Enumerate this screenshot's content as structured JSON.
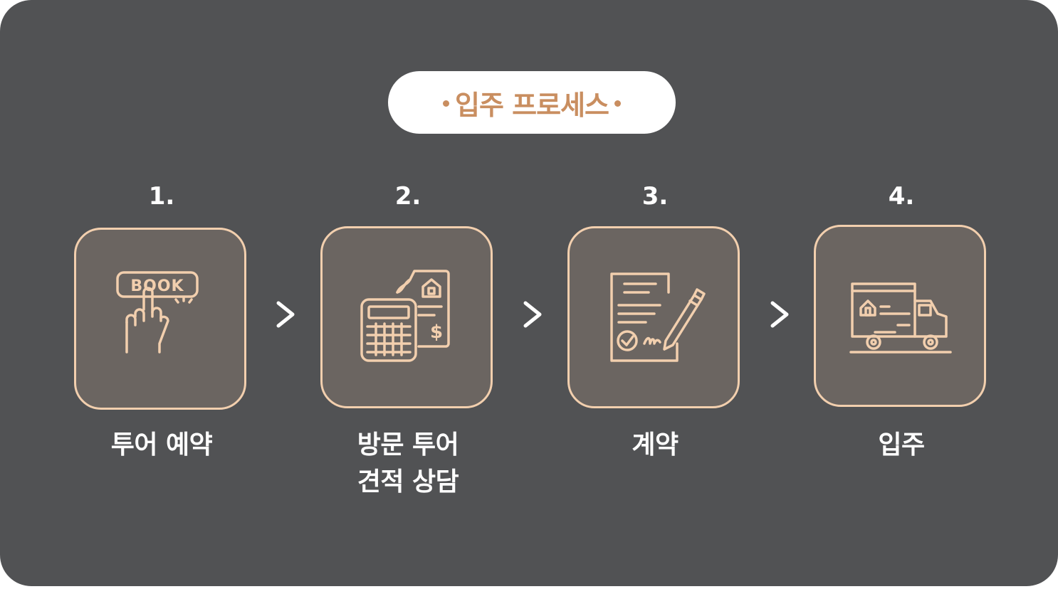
{
  "title": "입주 프로세스",
  "colors": {
    "background": "#515254",
    "accent": "#c98e60",
    "box_border": "#f2cfae",
    "box_fill": "#6b6561",
    "icon_stroke": "#f2cfae"
  },
  "steps": [
    {
      "number": "1.",
      "label": "투어 예약",
      "icon": "book-click-icon",
      "icon_text": "BOOK"
    },
    {
      "number": "2.",
      "label": "방문 투어\n견적 상담",
      "label_line1": "방문 투어",
      "label_line2": "견적 상담",
      "icon": "calculator-invoice-icon",
      "icon_text": "$"
    },
    {
      "number": "3.",
      "label": "계약",
      "icon": "contract-sign-icon"
    },
    {
      "number": "4.",
      "label": "입주",
      "icon": "moving-truck-icon"
    }
  ],
  "arrow_icon": "chevron-right-icon"
}
